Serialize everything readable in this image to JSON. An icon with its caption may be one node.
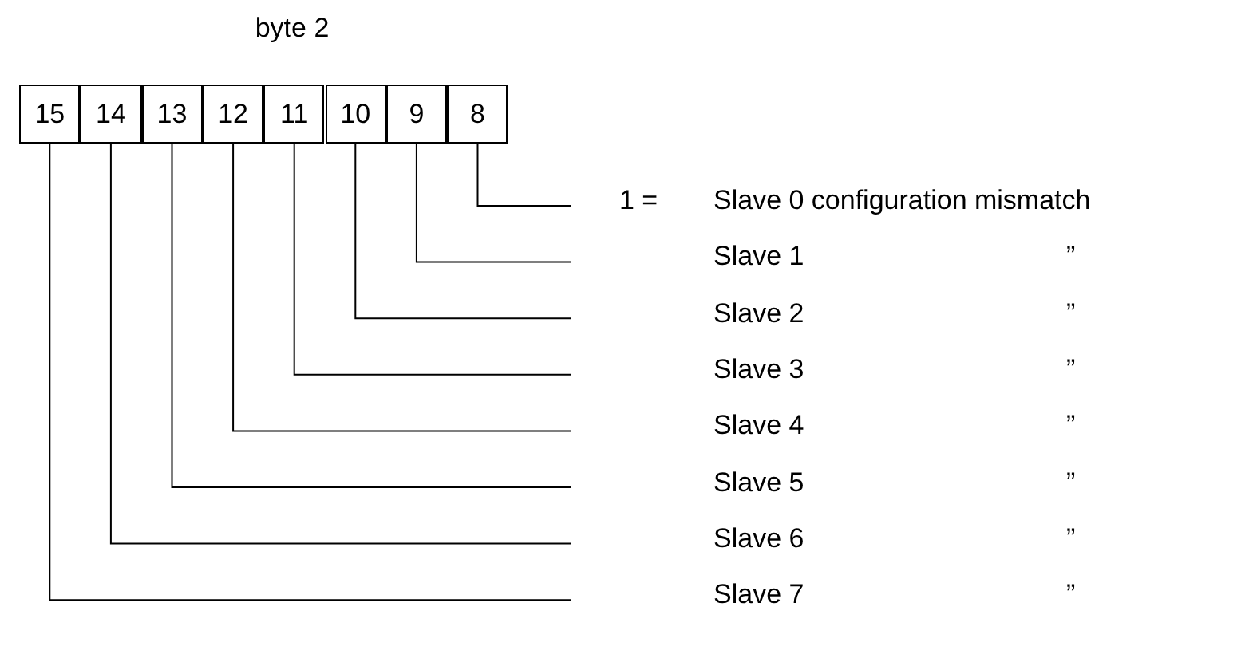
{
  "diagram": {
    "title": "byte 2",
    "nodes": [
      {
        "text": [
          "15"
        ]
      },
      {
        "text": [
          "14"
        ]
      },
      {
        "text": [
          "13"
        ]
      },
      {
        "text": [
          "12"
        ]
      },
      {
        "text": [
          "11"
        ]
      },
      {
        "text": [
          "10"
        ]
      },
      {
        "text": [
          "9"
        ]
      },
      {
        "text": [
          "8"
        ]
      }
    ],
    "edges": [
      {
        "from": 7,
        "to": null,
        "arrow": "none"
      },
      {
        "from": 6,
        "to": null,
        "arrow": "none"
      },
      {
        "from": 5,
        "to": null,
        "arrow": "none"
      },
      {
        "from": 4,
        "to": null,
        "arrow": "none"
      },
      {
        "from": 3,
        "to": null,
        "arrow": "none"
      },
      {
        "from": 2,
        "to": null,
        "arrow": "none"
      },
      {
        "from": 1,
        "to": null,
        "arrow": "none"
      },
      {
        "from": 0,
        "to": null,
        "arrow": "none"
      }
    ],
    "labels": [
      "1 =",
      "Slave 0 configuration mismatch",
      "Slave 1",
      "”",
      "Slave 2",
      "”",
      "Slave 3",
      "”",
      "Slave 4",
      "”",
      "Slave 5",
      "”",
      "Slave 6",
      "”",
      "Slave 7",
      "”"
    ]
  }
}
